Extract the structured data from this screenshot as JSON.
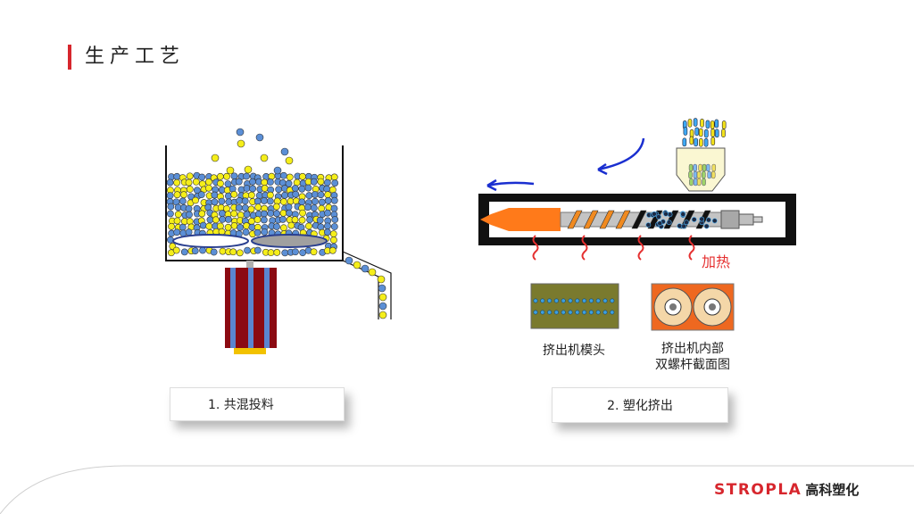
{
  "page": {
    "title": "生产工艺"
  },
  "step1": {
    "label": "1.  共混投料"
  },
  "step2": {
    "label": "2. 塑化挤出"
  },
  "extruder": {
    "heat_label": "加热",
    "die_label": "挤出机模头",
    "cross_section_label_line1": "挤出机内部",
    "cross_section_label_line2": "双螺杆截面图"
  },
  "brand": {
    "name_en": "STROPLA",
    "name_cn": "高科塑化"
  },
  "colors": {
    "accent": "#d7262d",
    "pellet_blue": "#5b8fd6",
    "pellet_yellow": "#f5ee1a",
    "melt_orange": "#ff7a1a",
    "heater_red": "#e53030"
  }
}
